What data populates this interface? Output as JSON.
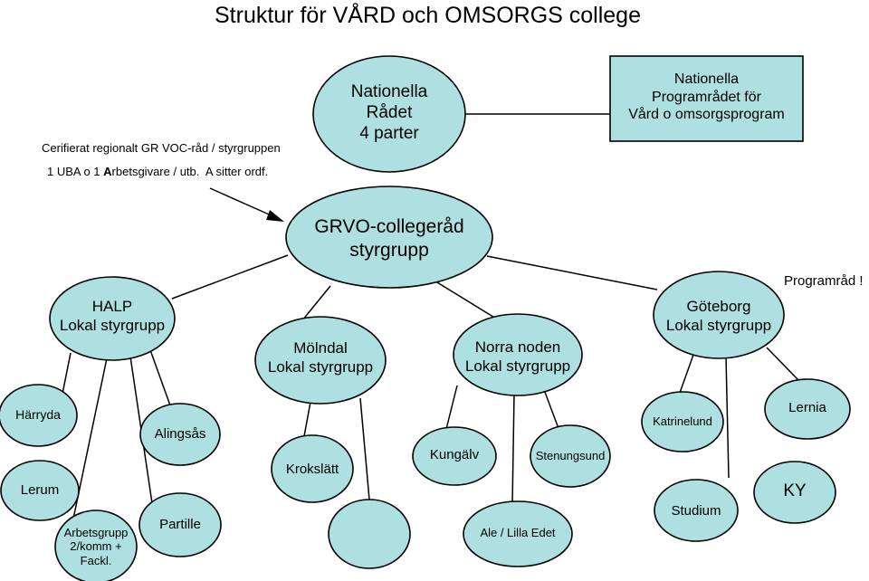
{
  "title": "Struktur för VÅRD och OMSORGS college",
  "notes": {
    "line1": "Cerifierat regionalt  GR VOC-råd / styrgruppen",
    "line2_prefix": "1 UBA o 1 ",
    "line2_bold": "A",
    "line2_suffix": "rbetsgivare / utb.  A sitter ordf.",
    "programrad": "Programråd !"
  },
  "nodes": {
    "nationella_radet": [
      "Nationella",
      "Rådet",
      "4 parter"
    ],
    "programradet": [
      "Nationella",
      "Programrådet för",
      "Vård o omsorgsprogram"
    ],
    "grvo": [
      "GRVO-collegeråd",
      "styrgrupp"
    ],
    "halp": [
      "HALP",
      "Lokal styrgrupp"
    ],
    "molndal": [
      "Mölndal",
      "Lokal styrgrupp"
    ],
    "norra_noden": [
      "Norra noden",
      "Lokal styrgrupp"
    ],
    "goteborg": [
      "Göteborg",
      "Lokal styrgrupp"
    ],
    "harryda": [
      "Härryda"
    ],
    "lerum": [
      "Lerum"
    ],
    "arbetsgrupp": [
      "Arbetsgrupp",
      "2/komm +",
      "Fackl."
    ],
    "alingsas": [
      "Alingsås"
    ],
    "partille": [
      "Partille"
    ],
    "krokslatt": [
      "Krokslätt"
    ],
    "kungalv": [
      "Kungälv"
    ],
    "stenungsund": [
      "Stenungsund"
    ],
    "ale": [
      "Ale / Lilla Edet"
    ],
    "katrinelund": [
      "Katrinelund"
    ],
    "lernia": [
      "Lernia"
    ],
    "studium": [
      "Studium"
    ],
    "ky": [
      "KY"
    ]
  },
  "colors": {
    "node_fill": "#2e8b82",
    "ellipse_fill": "#aee0e2",
    "box_fill": "#aee0e2",
    "outline": "#000000"
  }
}
